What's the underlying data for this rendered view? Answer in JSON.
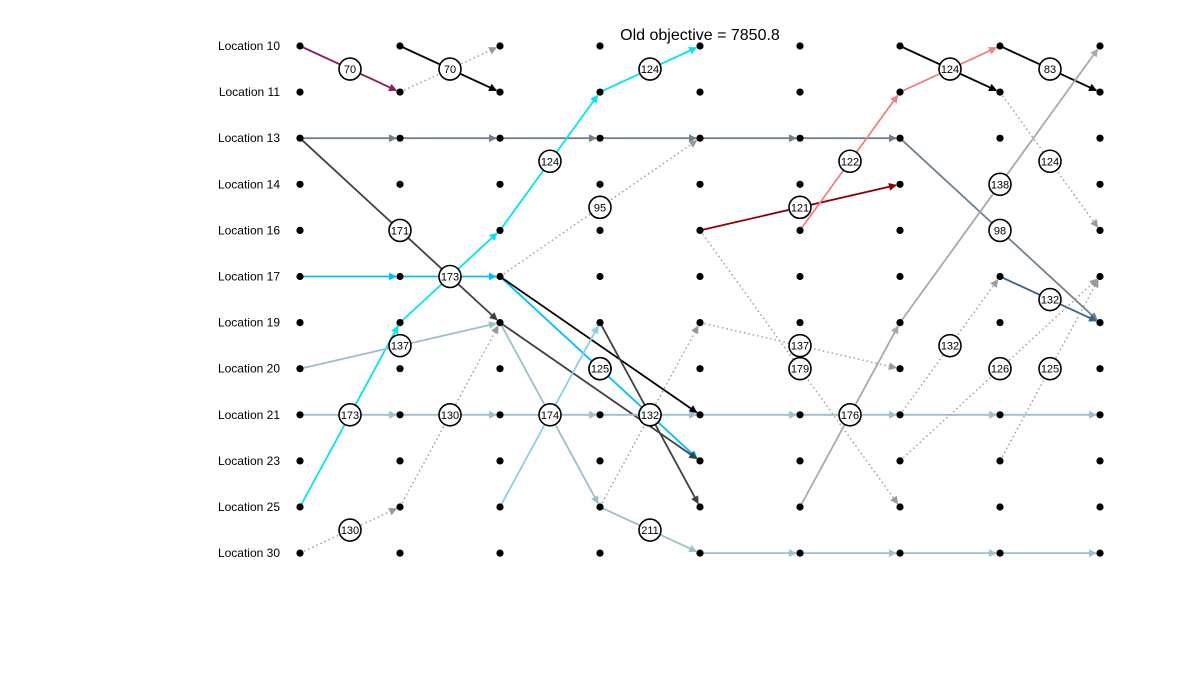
{
  "title": "Old objective = 7850.8",
  "locations": [
    "Location 10",
    "Location 11",
    "Location 13",
    "Location 14",
    "Location 16",
    "Location 17",
    "Location 19",
    "Location 20",
    "Location 21",
    "Location 23",
    "Location 25",
    "Location 30"
  ],
  "time_steps": 9,
  "colors": {
    "purple": "#8B1C62",
    "black": "#000000",
    "darkgray": "#404040",
    "cyan": "#00E5EE",
    "deepsky": "#00BFFF",
    "skyblue": "#87CEEB",
    "lightblue": "#9AC0CD",
    "slate": "#708090",
    "steel": "#36648B",
    "darkred": "#8B0000",
    "salmon": "#F08080",
    "gray": "#A9A9A9",
    "dotted": "#999999"
  },
  "edges": [
    {
      "from": [
        0,
        0
      ],
      "to": [
        1,
        1
      ],
      "color": "purple",
      "style": "solid",
      "label": "70"
    },
    {
      "from": [
        1,
        1
      ],
      "to": [
        2,
        0
      ],
      "color": "dotted",
      "style": "dotted",
      "label": ""
    },
    {
      "from": [
        1,
        0
      ],
      "to": [
        2,
        1
      ],
      "color": "black",
      "style": "solid",
      "label": "70"
    },
    {
      "from": [
        0,
        2
      ],
      "to": [
        1,
        2
      ],
      "color": "slate",
      "style": "solid",
      "label": ""
    },
    {
      "from": [
        1,
        2
      ],
      "to": [
        2,
        2
      ],
      "color": "slate",
      "style": "solid",
      "label": ""
    },
    {
      "from": [
        2,
        2
      ],
      "to": [
        3,
        2
      ],
      "color": "slate",
      "style": "solid",
      "label": ""
    },
    {
      "from": [
        3,
        2
      ],
      "to": [
        4,
        2
      ],
      "color": "slate",
      "style": "solid",
      "label": ""
    },
    {
      "from": [
        4,
        2
      ],
      "to": [
        5,
        2
      ],
      "color": "slate",
      "style": "solid",
      "label": ""
    },
    {
      "from": [
        5,
        2
      ],
      "to": [
        6,
        2
      ],
      "color": "slate",
      "style": "solid",
      "label": ""
    },
    {
      "from": [
        6,
        2
      ],
      "to": [
        8,
        6
      ],
      "color": "slate",
      "style": "solid",
      "label": ""
    },
    {
      "from": [
        0,
        2
      ],
      "to": [
        2,
        6
      ],
      "color": "darkgray",
      "style": "solid",
      "label": "171"
    },
    {
      "from": [
        0,
        5
      ],
      "to": [
        1,
        5
      ],
      "color": "deepsky",
      "style": "solid",
      "label": ""
    },
    {
      "from": [
        1,
        5
      ],
      "to": [
        2,
        5
      ],
      "color": "deepsky",
      "style": "solid",
      "label": "173"
    },
    {
      "from": [
        2,
        5
      ],
      "to": [
        4,
        9
      ],
      "color": "deepsky",
      "style": "solid",
      "label": "174"
    },
    {
      "from": [
        0,
        10
      ],
      "to": [
        1,
        6
      ],
      "color": "cyan",
      "style": "solid",
      "label": "173"
    },
    {
      "from": [
        1,
        6
      ],
      "to": [
        2,
        4
      ],
      "color": "cyan",
      "style": "solid",
      "label": ""
    },
    {
      "from": [
        2,
        4
      ],
      "to": [
        3,
        1
      ],
      "color": "cyan",
      "style": "solid",
      "label": "124"
    },
    {
      "from": [
        3,
        1
      ],
      "to": [
        4,
        0
      ],
      "color": "cyan",
      "style": "solid",
      "label": "124"
    },
    {
      "from": [
        2,
        5
      ],
      "to": [
        4,
        8
      ],
      "color": "black",
      "style": "solid",
      "label": ""
    },
    {
      "from": [
        2,
        6
      ],
      "to": [
        4,
        9
      ],
      "color": "darkgray",
      "style": "solid",
      "label": ""
    },
    {
      "from": [
        0,
        7
      ],
      "to": [
        2,
        6
      ],
      "color": "lightblue",
      "style": "solid",
      "label": "137"
    },
    {
      "from": [
        2,
        6
      ],
      "to": [
        3,
        10
      ],
      "color": "lightblue",
      "style": "solid",
      "label": ""
    },
    {
      "from": [
        3,
        10
      ],
      "to": [
        4,
        11
      ],
      "color": "lightblue",
      "style": "solid",
      "label": "211"
    },
    {
      "from": [
        4,
        11
      ],
      "to": [
        5,
        11
      ],
      "color": "lightblue",
      "style": "solid",
      "label": ""
    },
    {
      "from": [
        5,
        11
      ],
      "to": [
        6,
        11
      ],
      "color": "lightblue",
      "style": "solid",
      "label": ""
    },
    {
      "from": [
        6,
        11
      ],
      "to": [
        7,
        11
      ],
      "color": "lightblue",
      "style": "solid",
      "label": ""
    },
    {
      "from": [
        7,
        11
      ],
      "to": [
        8,
        11
      ],
      "color": "lightblue",
      "style": "solid",
      "label": ""
    },
    {
      "from": [
        0,
        8
      ],
      "to": [
        1,
        8
      ],
      "color": "lightblue",
      "style": "solid",
      "label": ""
    },
    {
      "from": [
        1,
        8
      ],
      "to": [
        2,
        8
      ],
      "color": "lightblue",
      "style": "solid",
      "label": "130"
    },
    {
      "from": [
        2,
        8
      ],
      "to": [
        3,
        8
      ],
      "color": "lightblue",
      "style": "solid",
      "label": ""
    },
    {
      "from": [
        3,
        8
      ],
      "to": [
        4,
        8
      ],
      "color": "lightblue",
      "style": "solid",
      "label": ""
    },
    {
      "from": [
        4,
        8
      ],
      "to": [
        5,
        8
      ],
      "color": "lightblue",
      "style": "solid",
      "label": ""
    },
    {
      "from": [
        5,
        8
      ],
      "to": [
        6,
        8
      ],
      "color": "lightblue",
      "style": "solid",
      "label": "176"
    },
    {
      "from": [
        6,
        8
      ],
      "to": [
        7,
        8
      ],
      "color": "lightblue",
      "style": "solid",
      "label": ""
    },
    {
      "from": [
        7,
        8
      ],
      "to": [
        8,
        8
      ],
      "color": "lightblue",
      "style": "solid",
      "label": ""
    },
    {
      "from": [
        2,
        10
      ],
      "to": [
        3,
        6
      ],
      "color": "skyblue",
      "style": "solid",
      "label": "174"
    },
    {
      "from": [
        3,
        6
      ],
      "to": [
        4,
        10
      ],
      "color": "darkgray",
      "style": "solid",
      "label": "126"
    },
    {
      "from": [
        0,
        11
      ],
      "to": [
        1,
        10
      ],
      "color": "dotted",
      "style": "dotted",
      "label": "130"
    },
    {
      "from": [
        1,
        10
      ],
      "to": [
        2,
        6
      ],
      "color": "dotted",
      "style": "dotted",
      "label": ""
    },
    {
      "from": [
        2,
        5
      ],
      "to": [
        4,
        2
      ],
      "color": "dotted",
      "style": "dotted",
      "label": "95"
    },
    {
      "from": [
        3,
        10
      ],
      "to": [
        4,
        6
      ],
      "color": "dotted",
      "style": "dotted",
      "label": "132"
    },
    {
      "from": [
        4,
        6
      ],
      "to": [
        6,
        7
      ],
      "color": "dotted",
      "style": "dotted",
      "label": "137"
    },
    {
      "from": [
        4,
        4
      ],
      "to": [
        6,
        10
      ],
      "color": "dotted",
      "style": "dotted",
      "label": "179"
    },
    {
      "from": [
        4,
        4
      ],
      "to": [
        6,
        3
      ],
      "color": "darkred",
      "style": "solid",
      "label": "121"
    },
    {
      "from": [
        5,
        4
      ],
      "to": [
        6,
        1
      ],
      "color": "salmon",
      "style": "solid",
      "label": "122"
    },
    {
      "from": [
        6,
        1
      ],
      "to": [
        7,
        0
      ],
      "color": "salmon",
      "style": "solid",
      "label": "124"
    },
    {
      "from": [
        6,
        0
      ],
      "to": [
        7,
        1
      ],
      "color": "black",
      "style": "solid",
      "label": ""
    },
    {
      "from": [
        7,
        0
      ],
      "to": [
        8,
        1
      ],
      "color": "black",
      "style": "solid",
      "label": "83"
    },
    {
      "from": [
        5,
        10
      ],
      "to": [
        6,
        6
      ],
      "color": "gray",
      "style": "solid",
      "label": ""
    },
    {
      "from": [
        6,
        6
      ],
      "to": [
        8,
        0
      ],
      "color": "gray",
      "style": "solid",
      "label": "138"
    },
    {
      "from": [
        7,
        1
      ],
      "to": [
        8,
        4
      ],
      "color": "dotted",
      "style": "dotted",
      "label": "124"
    },
    {
      "from": [
        7,
        5
      ],
      "to": [
        8,
        6
      ],
      "color": "steel",
      "style": "solid",
      "label": "132"
    },
    {
      "from": [
        6,
        8
      ],
      "to": [
        7,
        5
      ],
      "color": "dotted",
      "style": "dotted",
      "label": "132"
    },
    {
      "from": [
        6,
        9
      ],
      "to": [
        8,
        5
      ],
      "color": "dotted",
      "style": "dotted",
      "label": "126"
    },
    {
      "from": [
        7,
        9
      ],
      "to": [
        8,
        5
      ],
      "color": "dotted",
      "style": "dotted",
      "label": "125"
    }
  ],
  "extra_labels": [
    {
      "pos": [
        7,
        4
      ],
      "label": "98"
    },
    {
      "pos": [
        3,
        7
      ],
      "label": "125"
    }
  ]
}
